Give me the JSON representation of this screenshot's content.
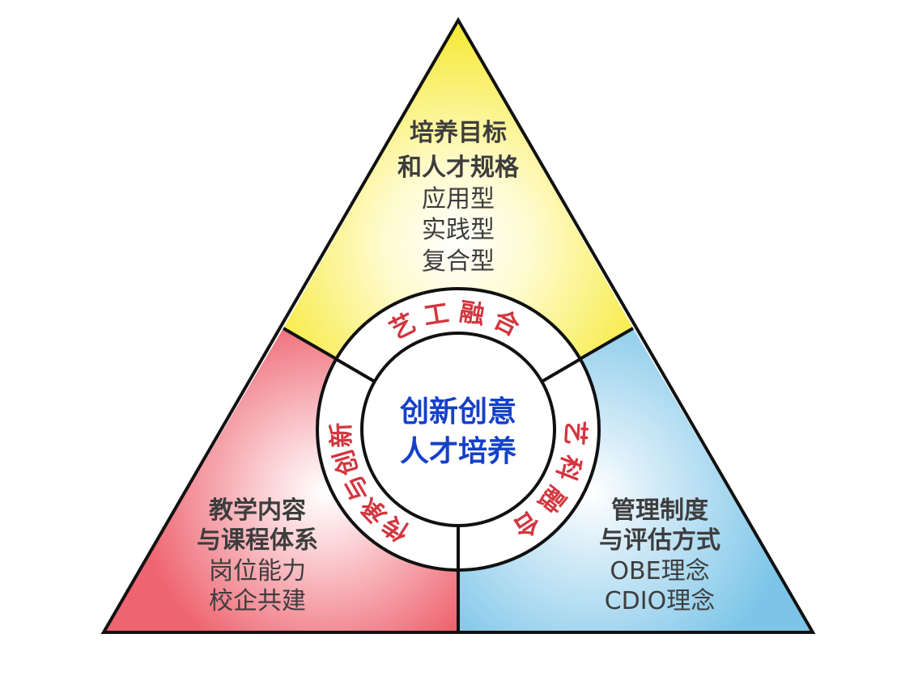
{
  "center": {
    "line1": "创新创意",
    "line2": "人才培养"
  },
  "ring": {
    "top": "艺工融合",
    "left": "传承与创新",
    "right": "艺科融合"
  },
  "sections": {
    "top": {
      "title1": "培养目标",
      "title2": "和人才规格",
      "items": [
        "应用型",
        "实践型",
        "复合型"
      ]
    },
    "left": {
      "title1": "教学内容",
      "title2": "与课程体系",
      "items": [
        "岗位能力",
        "校企共建"
      ]
    },
    "right": {
      "title1": "管理制度",
      "title2": "与评估方式",
      "items": [
        "OBE理念",
        "CDIO理念"
      ]
    }
  },
  "colors": {
    "yellow": "#f6ea3c",
    "red": "#ee6470",
    "blue": "#7cc5e8",
    "ring_text": "#d2363f",
    "center_text": "#1540c8"
  }
}
